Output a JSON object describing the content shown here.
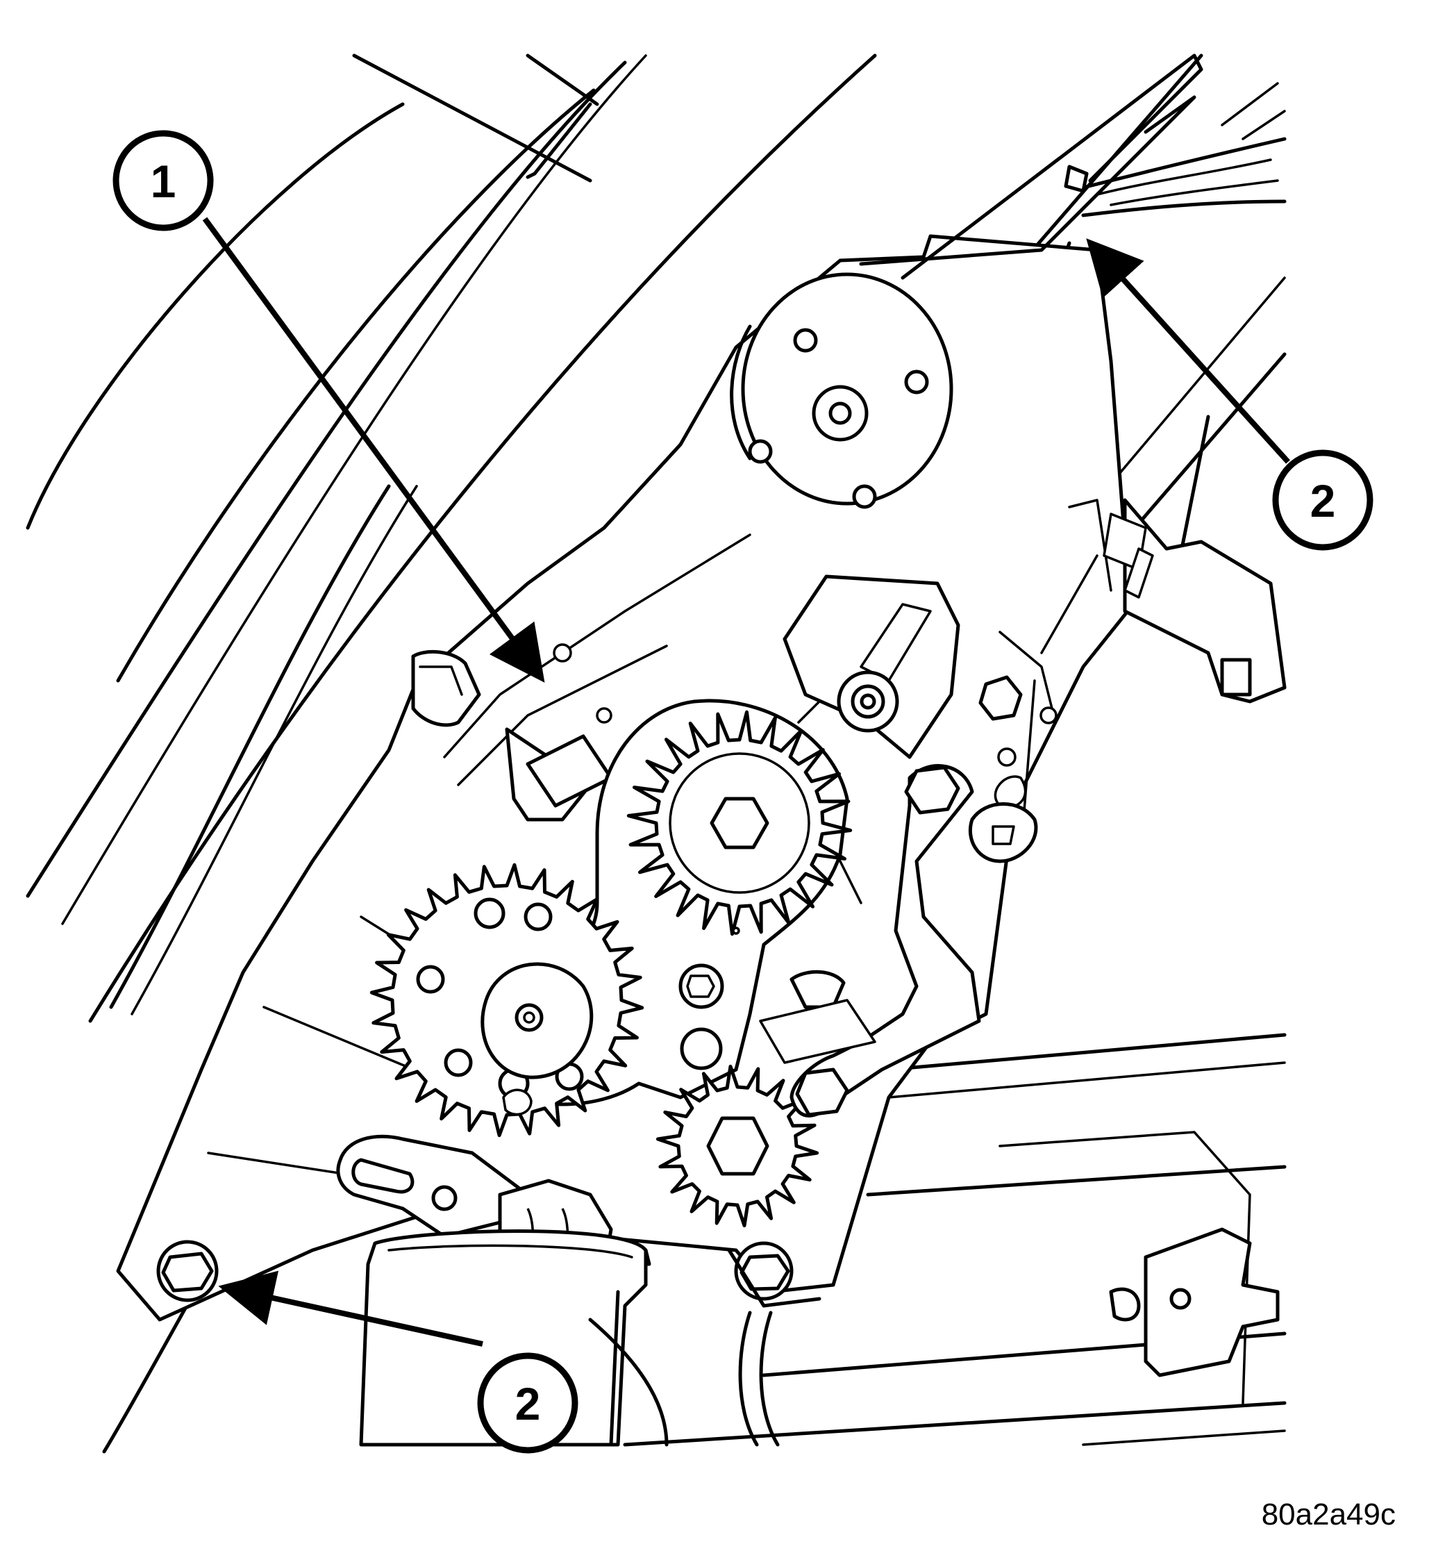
{
  "callouts": [
    {
      "number": "1"
    },
    {
      "number": "2"
    },
    {
      "number": "2"
    }
  ],
  "figure_id": "80a2a49c"
}
